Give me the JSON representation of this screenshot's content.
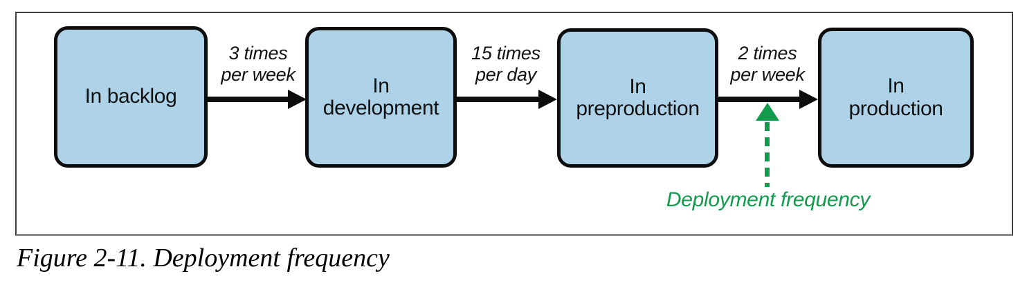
{
  "figure": {
    "caption": "Figure 2-11. Deployment frequency"
  },
  "diagram": {
    "type": "flow",
    "stages": [
      {
        "label": "In backlog",
        "lines": [
          "In backlog"
        ]
      },
      {
        "label": "In development",
        "lines": [
          "In",
          "development"
        ]
      },
      {
        "label": "In preproduction",
        "lines": [
          "In",
          "preproduction"
        ]
      },
      {
        "label": "In production",
        "lines": [
          "In",
          "production"
        ]
      }
    ],
    "transitions": [
      {
        "from": "In backlog",
        "to": "In development",
        "label": "3 times per week",
        "lines": [
          "3 times",
          "per week"
        ]
      },
      {
        "from": "In development",
        "to": "In preproduction",
        "label": "15 times per day",
        "lines": [
          "15 times",
          "per day"
        ]
      },
      {
        "from": "In preproduction",
        "to": "In production",
        "label": "2 times per week",
        "lines": [
          "2 times",
          "per week"
        ]
      }
    ],
    "annotation": {
      "label": "Deployment frequency",
      "points_to": "arrow between In preproduction and In production"
    },
    "colors": {
      "box_fill": "#aed3e9",
      "box_border": "#0d0d0d",
      "arrow_black": "#0d0d0d",
      "annotation_green": "#119b4c"
    }
  }
}
